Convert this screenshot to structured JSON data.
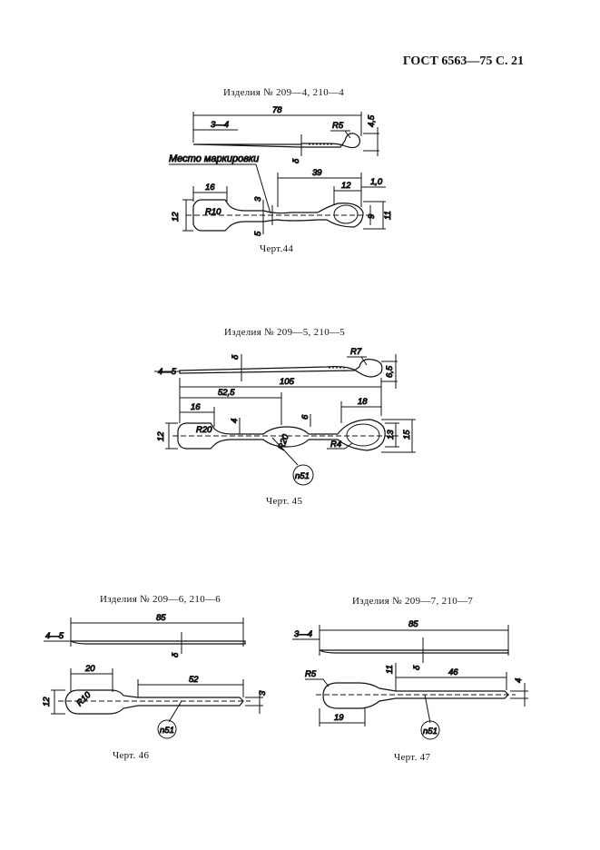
{
  "header": "ГОСТ 6563—75 С. 21",
  "figures": [
    {
      "title": "Изделия № 209—4, 210—4",
      "caption": "Черт.44",
      "note": "Место маркировки",
      "dims": {
        "overall": "78",
        "tip": "3—4",
        "radius_top": "R5",
        "h_top": "4,5",
        "delta": "δ",
        "d39": "39",
        "d16": "16",
        "d12": "12",
        "d10": "1,0",
        "h12": "12",
        "r10": "R10",
        "d3": "3",
        "d5": "5",
        "d9": "9",
        "d11": "11"
      }
    },
    {
      "title": "Изделия № 209—5, 210—5",
      "caption": "Черт. 45",
      "dims": {
        "tip": "4—5",
        "delta": "δ",
        "radius_top": "R7",
        "h_top": "6,5",
        "overall": "105",
        "d525": "52,5",
        "d16": "16",
        "d18": "18",
        "h12": "12",
        "r20": "R20",
        "d4": "4",
        "d6": "6",
        "r20b": "R20",
        "r4": "R4",
        "d13": "13",
        "d15": "15",
        "mark": "n51"
      }
    },
    {
      "title": "Изделия № 209—6, 210—6",
      "caption": "Черт. 46",
      "dims": {
        "tip": "4—5",
        "overall": "85",
        "delta": "δ",
        "d20": "20",
        "d52": "52",
        "h12": "12",
        "r10": "R10",
        "d3": "3",
        "mark": "n51"
      }
    },
    {
      "title": "Изделия № 209—7, 210—7",
      "caption": "Черт. 47",
      "dims": {
        "tip": "3—4",
        "overall": "85",
        "delta": "δ",
        "r5": "R5",
        "d11": "11",
        "d46": "46",
        "d4": "4",
        "d19": "19",
        "mark": "n51"
      }
    }
  ]
}
